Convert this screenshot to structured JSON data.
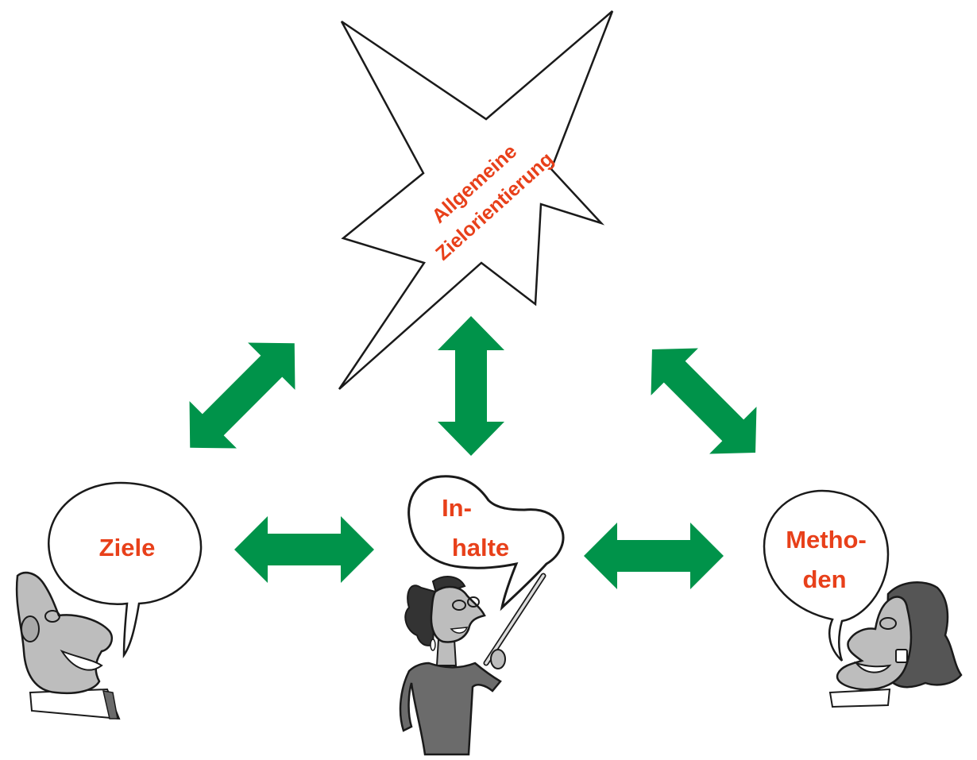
{
  "center": {
    "line1": "Allgemeine",
    "line2": "Zielorientierung"
  },
  "nodes": {
    "ziele": {
      "label": "Ziele"
    },
    "inhalte": {
      "line1": "In-",
      "line2": "halte"
    },
    "methoden": {
      "line1": "Metho-",
      "line2": "den"
    }
  },
  "colors": {
    "arrow": "#00934a",
    "label": "#e8401a",
    "outline": "#1a1a1a",
    "skin": "#bdbdbd",
    "clothing": "#6b6b6b",
    "hair": "#555555"
  },
  "icons": {
    "star": "burst-star-icon",
    "arrow": "double-arrow-icon",
    "person": "cartoon-person-icon",
    "bubble": "speech-bubble-icon"
  }
}
